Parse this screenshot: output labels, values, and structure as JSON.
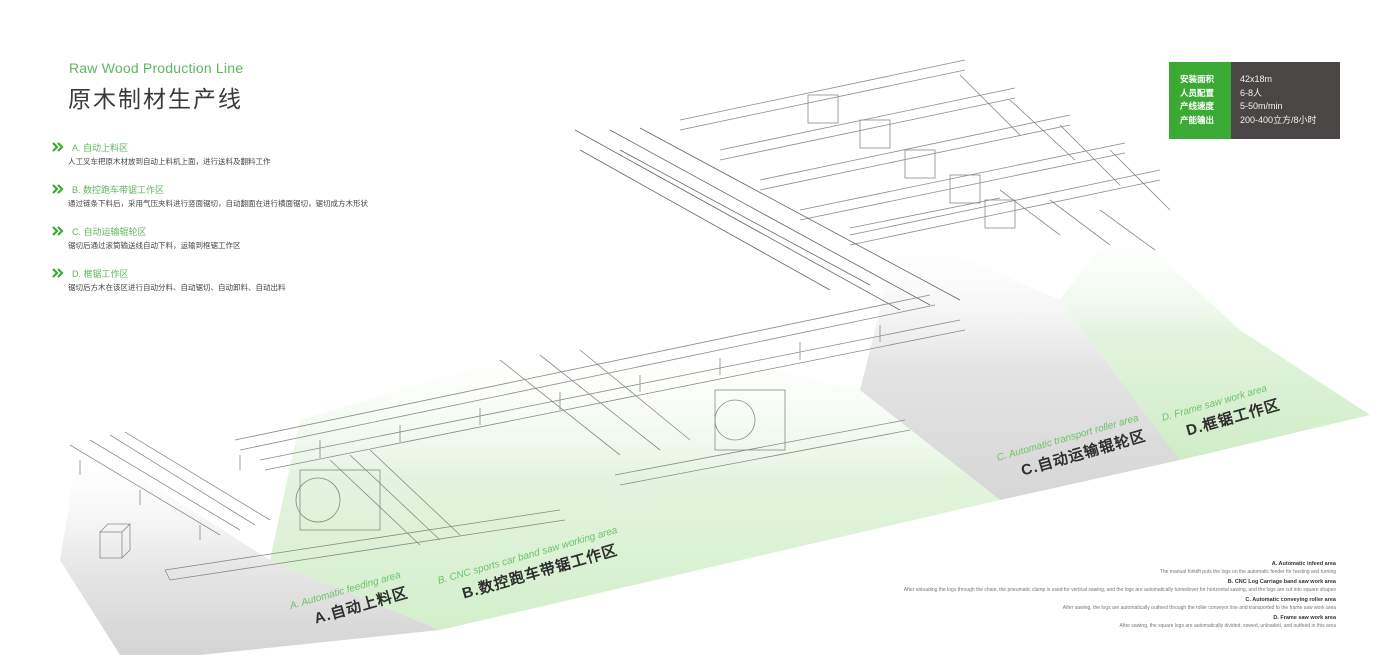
{
  "header": {
    "title_en": "Raw Wood Production Line",
    "title_cn": "原木制材生产线"
  },
  "areas": [
    {
      "title": "A. 自动上料区",
      "desc": "人工叉车把原木材放到自动上料机上面，进行送料及翻料工作"
    },
    {
      "title": "B. 数控跑车带锯工作区",
      "desc": "通过链条下料后，采用气压夹料进行竖面锯切，自动翻面在进行横面锯切，锯切成方木形状"
    },
    {
      "title": "C. 自动运输辊轮区",
      "desc": "锯切后通过滚筒输送线自动下料，运输到框锯工作区"
    },
    {
      "title": "D. 框锯工作区",
      "desc": "锯切后方木在该区进行自动分料、自动锯切、自动卸料、自动出料"
    }
  ],
  "specs": {
    "labels": [
      "安装面积",
      "人员配置",
      "产线速度",
      "产能输出"
    ],
    "values": [
      "42x18m",
      "6-8人",
      "5-50m/min",
      "200-400立方/8小时"
    ]
  },
  "zones": [
    {
      "en": "A. Automatic feeding area",
      "cn": "A.自动上料区"
    },
    {
      "en": "B. CNC sports car band saw working area",
      "cn": "B.数控跑车带锯工作区"
    },
    {
      "en": "C. Automatic transport roller area",
      "cn": "C.自动运输辊轮区"
    },
    {
      "en": "D. Frame saw work area",
      "cn": "D.框锯工作区"
    }
  ],
  "legend": [
    {
      "title": "A. Automatic infeed area",
      "desc": "The manual forklift puts the logs on the automatic feeder for feeding and turning"
    },
    {
      "title": "B. CNC Log Carriage band saw work area",
      "desc": "After unloading the logs through the chain,  the pneumatic clamp is used for vertical sawing,  and the logs are automatically turnedover for horizontal sawing,  and the logs are cut into square shapes"
    },
    {
      "title": "C. Automatic conveying roller area",
      "desc": "After sawing, the logs are automatically outfeed through the roller conveyor line and transported to the frame saw work area"
    },
    {
      "title": "D. Frame saw work area",
      "desc": "After sawing, the square logs are automatically divided, sowed, unloaded, and outfeed in this area"
    }
  ],
  "colors": {
    "accent_green": "#3aaa35",
    "label_green": "#5cb85c",
    "panel_dark": "#4a4645",
    "floor_green": "#d6f0d0",
    "floor_gray": "#d9d9d9"
  }
}
